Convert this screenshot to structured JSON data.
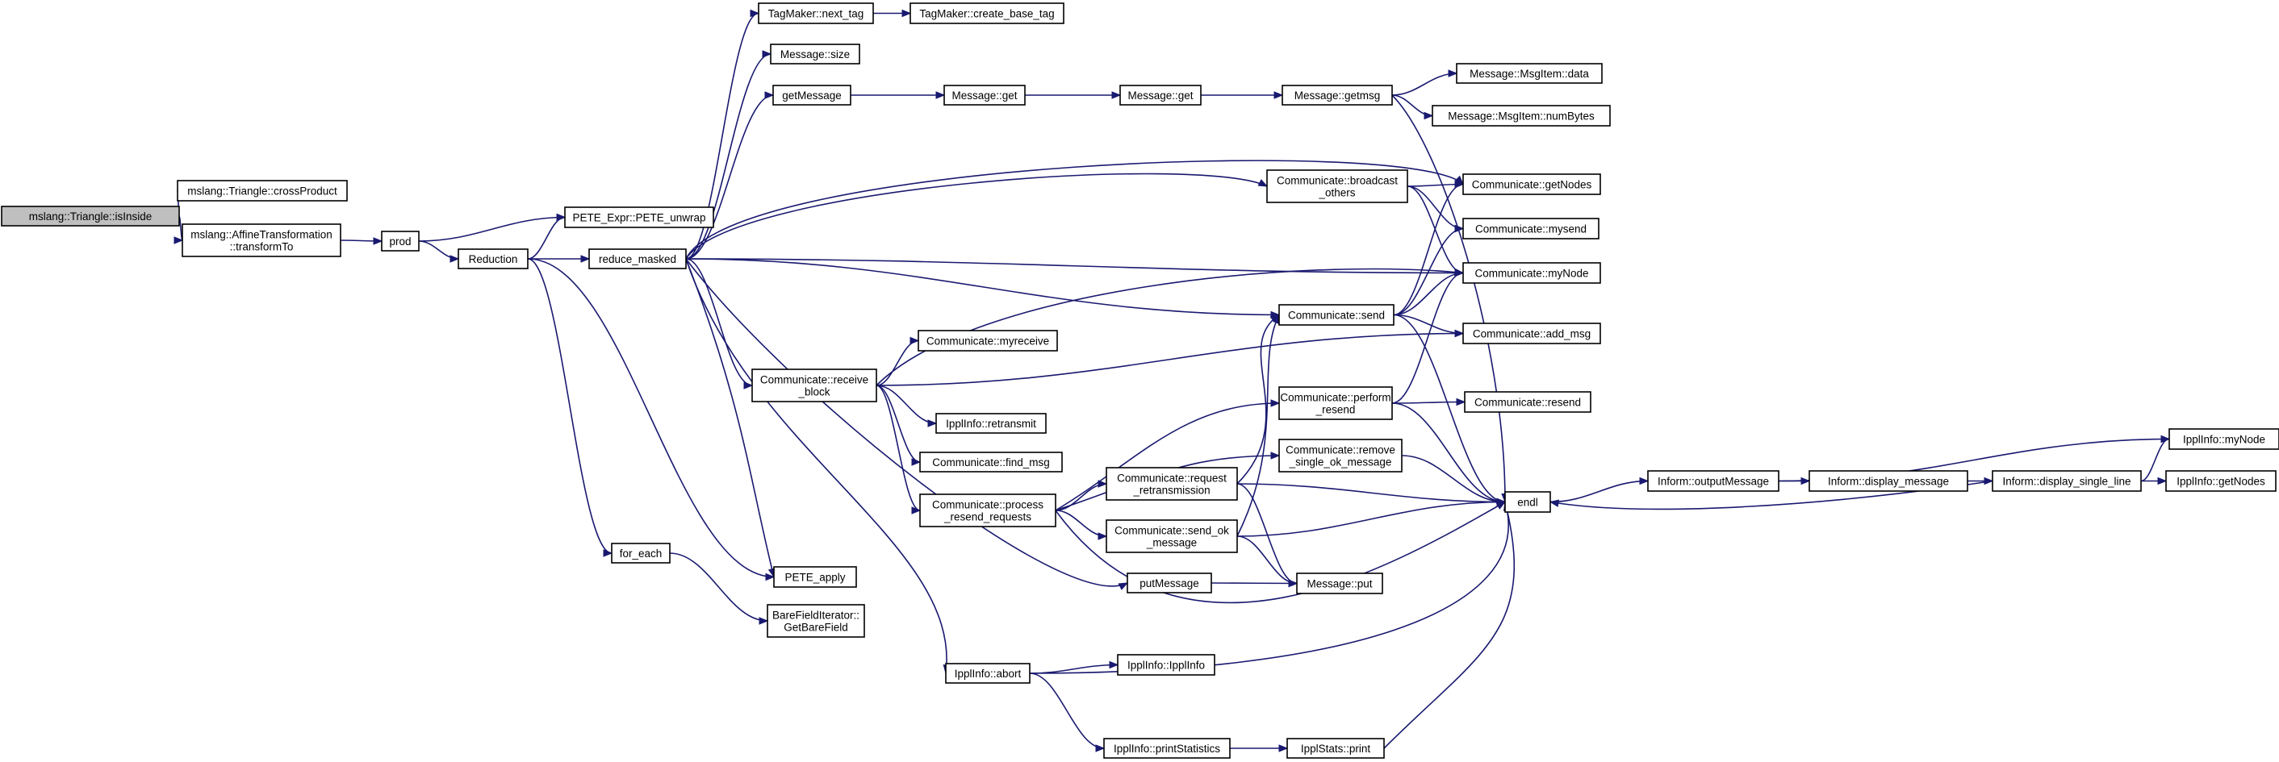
{
  "diagram": {
    "type": "call-graph",
    "colors": {
      "edge": "#191970",
      "root_fill": "#bfbfbf",
      "node_fill": "#ffffff",
      "node_border": "#000000"
    },
    "nodes": [
      {
        "id": "isInside",
        "lines": [
          "mslang::Triangle::isInside"
        ],
        "root": true
      },
      {
        "id": "crossProduct",
        "lines": [
          "mslang::Triangle::crossProduct"
        ]
      },
      {
        "id": "transformTo",
        "lines": [
          "mslang::AffineTransformation",
          "::transformTo"
        ]
      },
      {
        "id": "prod",
        "lines": [
          "prod"
        ]
      },
      {
        "id": "PETE_unwrap",
        "lines": [
          "PETE_Expr::PETE_unwrap"
        ]
      },
      {
        "id": "Reduction",
        "lines": [
          "Reduction"
        ]
      },
      {
        "id": "reduce_masked",
        "lines": [
          "reduce_masked"
        ]
      },
      {
        "id": "for_each",
        "lines": [
          "for_each"
        ]
      },
      {
        "id": "next_tag",
        "lines": [
          "TagMaker::next_tag"
        ]
      },
      {
        "id": "create_base_tag",
        "lines": [
          "TagMaker::create_base_tag"
        ]
      },
      {
        "id": "msg_size",
        "lines": [
          "Message::size"
        ]
      },
      {
        "id": "getMessage",
        "lines": [
          "getMessage"
        ]
      },
      {
        "id": "msg_get1",
        "lines": [
          "Message::get"
        ]
      },
      {
        "id": "msg_get2",
        "lines": [
          "Message::get"
        ]
      },
      {
        "id": "getmsg",
        "lines": [
          "Message::getmsg"
        ]
      },
      {
        "id": "msgitem_data",
        "lines": [
          "Message::MsgItem::data"
        ]
      },
      {
        "id": "msgitem_numBytes",
        "lines": [
          "Message::MsgItem::numBytes"
        ]
      },
      {
        "id": "broadcast_others",
        "lines": [
          "Communicate::broadcast",
          "_others"
        ]
      },
      {
        "id": "getNodes",
        "lines": [
          "Communicate::getNodes"
        ]
      },
      {
        "id": "mysend",
        "lines": [
          "Communicate::mysend"
        ]
      },
      {
        "id": "comm_myNode",
        "lines": [
          "Communicate::myNode"
        ]
      },
      {
        "id": "comm_send",
        "lines": [
          "Communicate::send"
        ]
      },
      {
        "id": "add_msg",
        "lines": [
          "Communicate::add_msg"
        ]
      },
      {
        "id": "receive_block",
        "lines": [
          "Communicate::receive",
          "_block"
        ]
      },
      {
        "id": "myreceive",
        "lines": [
          "Communicate::myreceive"
        ]
      },
      {
        "id": "retransmit",
        "lines": [
          "IpplInfo::retransmit"
        ]
      },
      {
        "id": "find_msg",
        "lines": [
          "Communicate::find_msg"
        ]
      },
      {
        "id": "process_resend",
        "lines": [
          "Communicate::process",
          "_resend_requests"
        ]
      },
      {
        "id": "perform_resend",
        "lines": [
          "Communicate::perform",
          "_resend"
        ]
      },
      {
        "id": "resend",
        "lines": [
          "Communicate::resend"
        ]
      },
      {
        "id": "remove_single_ok",
        "lines": [
          "Communicate::remove",
          "_single_ok_message"
        ]
      },
      {
        "id": "request_retrans",
        "lines": [
          "Communicate::request",
          "_retransmission"
        ]
      },
      {
        "id": "send_ok",
        "lines": [
          "Communicate::send_ok",
          "_message"
        ]
      },
      {
        "id": "endl",
        "lines": [
          "endl"
        ]
      },
      {
        "id": "putMessage",
        "lines": [
          "putMessage"
        ]
      },
      {
        "id": "msg_put",
        "lines": [
          "Message::put"
        ]
      },
      {
        "id": "PETE_apply",
        "lines": [
          "PETE_apply"
        ]
      },
      {
        "id": "GetBareField",
        "lines": [
          "BareFieldIterator::",
          "GetBareField"
        ]
      },
      {
        "id": "ippl_abort",
        "lines": [
          "IpplInfo::abort"
        ]
      },
      {
        "id": "ippl_IpplInfo",
        "lines": [
          "IpplInfo::IpplInfo"
        ]
      },
      {
        "id": "printStatistics",
        "lines": [
          "IpplInfo::printStatistics"
        ]
      },
      {
        "id": "stats_print",
        "lines": [
          "IpplStats::print"
        ]
      },
      {
        "id": "outputMessage",
        "lines": [
          "Inform::outputMessage"
        ]
      },
      {
        "id": "display_message",
        "lines": [
          "Inform::display_message"
        ]
      },
      {
        "id": "display_single_line",
        "lines": [
          "Inform::display_single_line"
        ]
      },
      {
        "id": "ippl_myNode",
        "lines": [
          "IpplInfo::myNode"
        ]
      },
      {
        "id": "ippl_getNodes",
        "lines": [
          "IpplInfo::getNodes"
        ]
      }
    ],
    "edges": [
      [
        "isInside",
        "crossProduct"
      ],
      [
        "isInside",
        "transformTo"
      ],
      [
        "transformTo",
        "prod"
      ],
      [
        "prod",
        "PETE_unwrap"
      ],
      [
        "prod",
        "Reduction"
      ],
      [
        "Reduction",
        "PETE_unwrap"
      ],
      [
        "Reduction",
        "reduce_masked"
      ],
      [
        "Reduction",
        "for_each"
      ],
      [
        "Reduction",
        "PETE_apply"
      ],
      [
        "reduce_masked",
        "next_tag"
      ],
      [
        "reduce_masked",
        "msg_size"
      ],
      [
        "reduce_masked",
        "getMessage"
      ],
      [
        "reduce_masked",
        "getNodes"
      ],
      [
        "reduce_masked",
        "broadcast_others"
      ],
      [
        "reduce_masked",
        "comm_myNode"
      ],
      [
        "reduce_masked",
        "comm_send"
      ],
      [
        "reduce_masked",
        "receive_block"
      ],
      [
        "reduce_masked",
        "PETE_apply"
      ],
      [
        "reduce_masked",
        "putMessage"
      ],
      [
        "reduce_masked",
        "ippl_abort"
      ],
      [
        "next_tag",
        "create_base_tag"
      ],
      [
        "getMessage",
        "msg_get1"
      ],
      [
        "msg_get1",
        "msg_get2"
      ],
      [
        "msg_get2",
        "getmsg"
      ],
      [
        "getmsg",
        "msgitem_data"
      ],
      [
        "getmsg",
        "msgitem_numBytes"
      ],
      [
        "getmsg",
        "endl"
      ],
      [
        "broadcast_others",
        "getNodes"
      ],
      [
        "broadcast_others",
        "mysend"
      ],
      [
        "broadcast_others",
        "comm_myNode"
      ],
      [
        "comm_send",
        "getNodes"
      ],
      [
        "comm_send",
        "mysend"
      ],
      [
        "comm_send",
        "comm_myNode"
      ],
      [
        "comm_send",
        "add_msg"
      ],
      [
        "comm_send",
        "endl"
      ],
      [
        "receive_block",
        "comm_myNode"
      ],
      [
        "receive_block",
        "myreceive"
      ],
      [
        "receive_block",
        "add_msg"
      ],
      [
        "receive_block",
        "retransmit"
      ],
      [
        "receive_block",
        "find_msg"
      ],
      [
        "receive_block",
        "process_resend"
      ],
      [
        "process_resend",
        "perform_resend"
      ],
      [
        "process_resend",
        "remove_single_ok"
      ],
      [
        "process_resend",
        "request_retrans"
      ],
      [
        "process_resend",
        "send_ok"
      ],
      [
        "process_resend",
        "endl"
      ],
      [
        "perform_resend",
        "comm_myNode"
      ],
      [
        "perform_resend",
        "resend"
      ],
      [
        "perform_resend",
        "endl"
      ],
      [
        "remove_single_ok",
        "endl"
      ],
      [
        "request_retrans",
        "comm_send"
      ],
      [
        "request_retrans",
        "endl"
      ],
      [
        "request_retrans",
        "msg_put"
      ],
      [
        "send_ok",
        "comm_send"
      ],
      [
        "send_ok",
        "endl"
      ],
      [
        "send_ok",
        "msg_put"
      ],
      [
        "putMessage",
        "msg_put"
      ],
      [
        "for_each",
        "GetBareField"
      ],
      [
        "ippl_abort",
        "ippl_IpplInfo"
      ],
      [
        "ippl_abort",
        "printStatistics"
      ],
      [
        "ippl_abort",
        "endl"
      ],
      [
        "printStatistics",
        "stats_print"
      ],
      [
        "stats_print",
        "endl"
      ],
      [
        "endl",
        "outputMessage"
      ],
      [
        "outputMessage",
        "display_message"
      ],
      [
        "outputMessage",
        "ippl_myNode"
      ],
      [
        "display_message",
        "display_single_line"
      ],
      [
        "display_single_line",
        "ippl_myNode"
      ],
      [
        "display_single_line",
        "ippl_getNodes"
      ],
      [
        "display_single_line",
        "endl"
      ]
    ]
  }
}
